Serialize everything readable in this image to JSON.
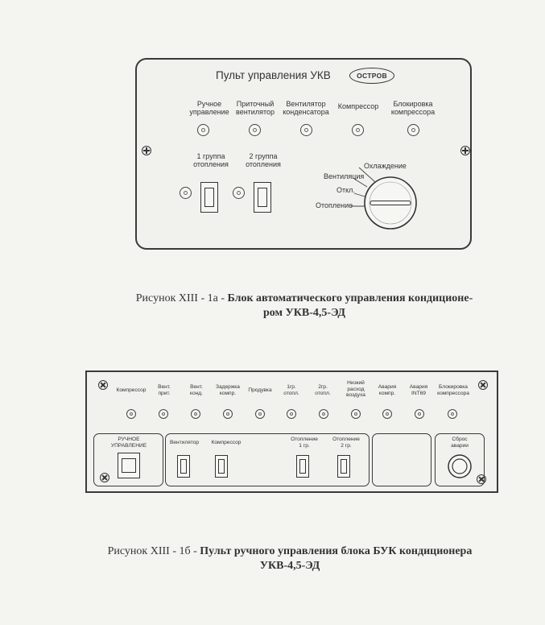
{
  "panel_a": {
    "title": "Пульт управления УКВ",
    "logo": "ОСТРОВ",
    "indicators": [
      {
        "label": "Ручное\nуправление"
      },
      {
        "label": "Приточный\nвентилятор"
      },
      {
        "label": "Вентилятор\nконденсатора"
      },
      {
        "label": "Компрессор"
      },
      {
        "label": "Блокировка\nкомпрессора"
      }
    ],
    "heating_groups": [
      {
        "label": "1 группа\nотопления"
      },
      {
        "label": "2 группа\nотопления"
      }
    ],
    "mode_switch": {
      "positions": [
        "Охлаждение",
        "Вентиляция",
        "Откл.",
        "Отопление"
      ]
    }
  },
  "caption_a": {
    "prefix": "Рисунок XIII - 1а - ",
    "line1": "Блок автоматического управления кондиционе-",
    "line2": "ром УКВ-4,5-ЭД"
  },
  "panel_b": {
    "indicators": [
      {
        "label": "Компрессор"
      },
      {
        "label": "Вент.\nприт."
      },
      {
        "label": "Вент.\nконд."
      },
      {
        "label": "Задержка\nкомпр."
      },
      {
        "label": "Продувка"
      },
      {
        "label": "1гр.\nотопл."
      },
      {
        "label": "2гр.\nотопл."
      },
      {
        "label": "Низкий\nрасход\nвоздуха"
      },
      {
        "label": "Авария\nкомпр."
      },
      {
        "label": "Авария\nINT69"
      },
      {
        "label": "Блокировка\nкомпрессора"
      }
    ],
    "manual": "РУЧНОЕ\nУПРАВЛЕНИЕ",
    "switches": [
      "Вентилятор",
      "Компрессор",
      "Отопление\n1 гр.",
      "Отопление\n2 гр."
    ],
    "reset": "Сброс\nаварии"
  },
  "caption_b": {
    "prefix": "Рисунок XIII - 1б - ",
    "line1": "Пульт ручного управления блока БУК кондиционера",
    "line2": "УКВ-4,5-ЭД"
  }
}
